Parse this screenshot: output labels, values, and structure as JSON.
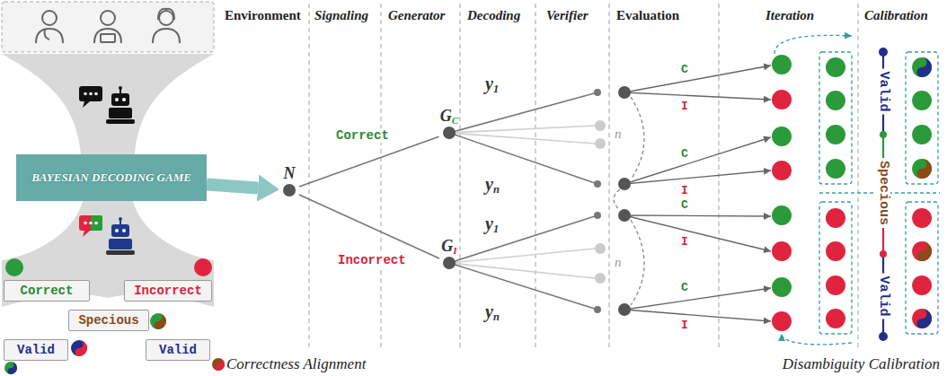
{
  "diagram": {
    "nodes": [
      {
        "text": [
          "BAYESIAN DECODING GAME"
        ]
      },
      {
        "text": [
          "Correct"
        ]
      },
      {
        "text": [
          "Incorrect"
        ]
      },
      {
        "text": [
          "Specious"
        ]
      },
      {
        "text": [
          "Valid"
        ]
      },
      {
        "text": [
          "Valid"
        ]
      },
      {
        "text": [
          "N"
        ]
      },
      {
        "text": [
          "GC"
        ]
      },
      {
        "text": [
          "GI"
        ]
      }
    ],
    "edges": [
      {
        "from": 0,
        "to": 6,
        "arrow": "to"
      },
      {
        "from": 6,
        "to": 7,
        "label": "Correct",
        "arrow": "none"
      },
      {
        "from": 6,
        "to": 8,
        "label": "Incorrect",
        "arrow": "none"
      }
    ],
    "labels": [
      "Environment",
      "Signaling",
      "Generator",
      "Decoding",
      "Verifier",
      "Evaluation",
      "Iteration",
      "Calibration",
      "y1",
      "n",
      "yn",
      "y1",
      "n",
      "yn",
      "C",
      "I",
      "C",
      "I",
      "C",
      "I",
      "C",
      "I",
      "Valid",
      "Specious",
      "Valid",
      "Correctness Alignment",
      "Disambiguity Calibration"
    ]
  }
}
